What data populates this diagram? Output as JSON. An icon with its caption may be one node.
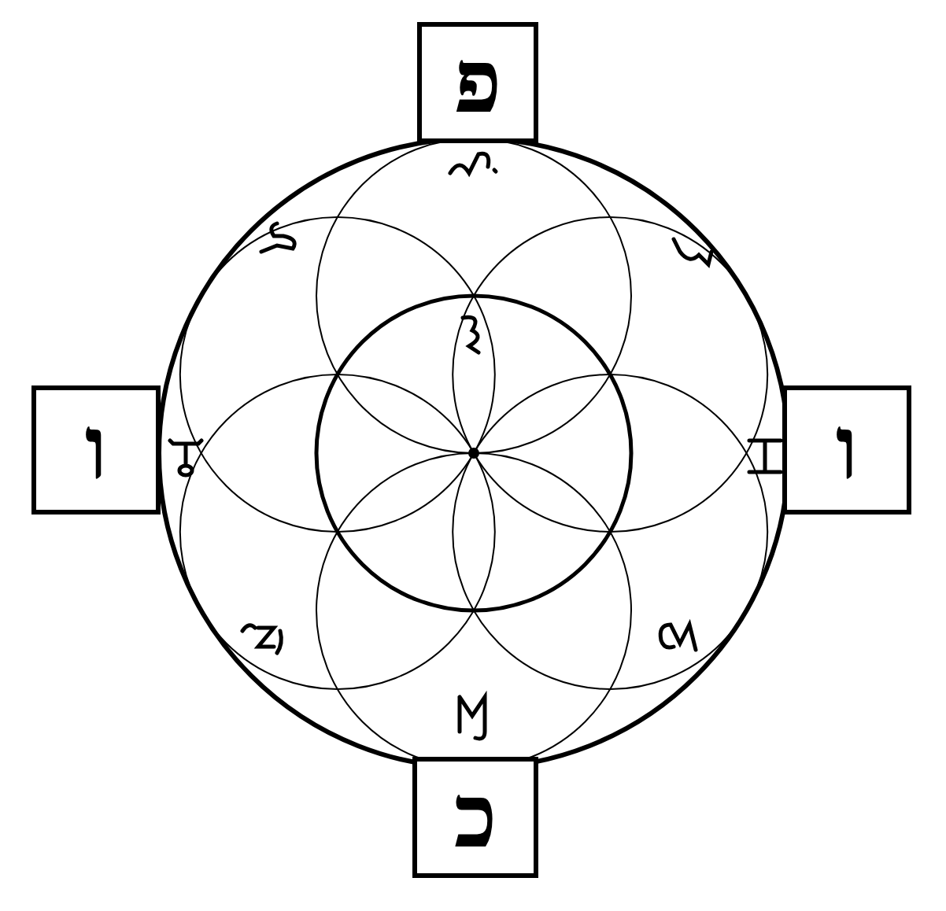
{
  "diagram": {
    "nodes": [
      {
        "text": [
          "פ"
        ]
      },
      {
        "text": [
          "ו"
        ]
      },
      {
        "text": [
          "ו"
        ]
      },
      {
        "text": [
          "כ"
        ]
      }
    ]
  }
}
